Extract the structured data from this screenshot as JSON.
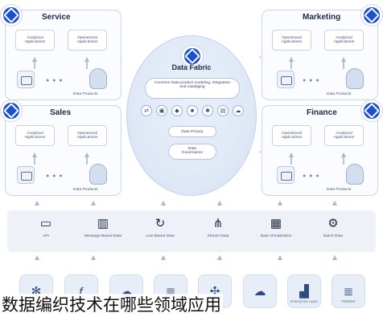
{
  "service": {
    "title": "Service",
    "box_left": "Analytical Applications",
    "box_right": "Operational Applications",
    "data_products": "Data Products"
  },
  "marketing": {
    "title": "Marketing",
    "box_left": "Operational Applications",
    "box_right": "Analytical Applications",
    "data_products": "Data Products"
  },
  "sales": {
    "title": "Sales",
    "box_left": "Analytical Applications",
    "box_right": "Operational Applications",
    "data_products": "Data Products"
  },
  "finance": {
    "title": "Finance",
    "box_left": "Operational Applications",
    "box_right": "Analytical Applications",
    "data_products": "Data Products"
  },
  "fabric": {
    "title": "Data Fabric",
    "modeling": "Common Data product modeling, integration and cataloging",
    "privacy": "Data Privacy",
    "governance": "Data Governance",
    "icons": [
      "share-icon",
      "cube-icon",
      "cart-icon",
      "lock-icon",
      "gear-icon",
      "chart-icon",
      "cloud-icon"
    ]
  },
  "integration": [
    {
      "icon": "monitor-icon",
      "label": "API"
    },
    {
      "icon": "queue-icon",
      "label": "Message-Based Data"
    },
    {
      "icon": "refresh-icon",
      "label": "Low-Based Data"
    },
    {
      "icon": "network-icon",
      "label": "Stream Data"
    },
    {
      "icon": "server-icon",
      "label": "Data Virtualization"
    },
    {
      "icon": "gears-icon",
      "label": "Batch Data"
    }
  ],
  "sources": [
    {
      "icon": "network-icon",
      "label": ""
    },
    {
      "icon": "document-icon",
      "label": ""
    },
    {
      "icon": "cloud-upload-icon",
      "label": ""
    },
    {
      "icon": "database-icon",
      "label": ""
    },
    {
      "icon": "hub-icon",
      "label": ""
    },
    {
      "icon": "cloud-server-icon",
      "label": ""
    },
    {
      "icon": "factory-icon",
      "label": "Enterprise Apps"
    },
    {
      "icon": "database-icon",
      "label": "RDBMS"
    }
  ],
  "caption": "数据编织技术在哪些领域应用"
}
